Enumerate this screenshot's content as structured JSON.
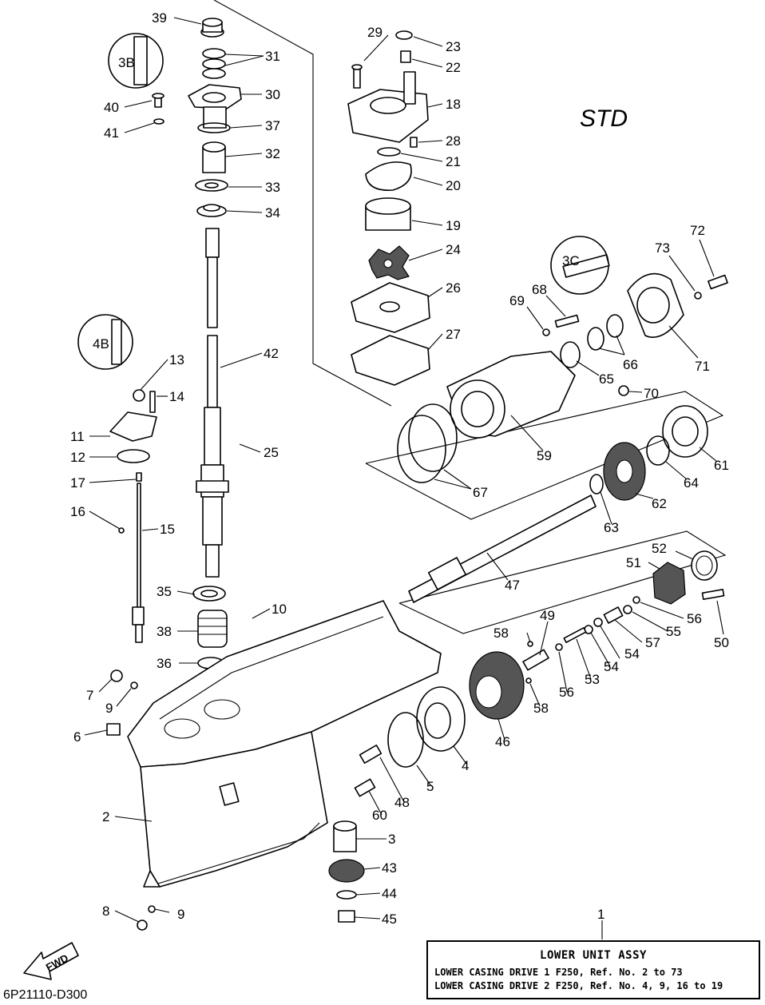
{
  "diagram": {
    "variant_label": "STD",
    "drawing_code": "6P21110-D300",
    "fwd_label": "FWD",
    "inset_labels": [
      "3B",
      "4B",
      "3C"
    ],
    "assembly_ref": "1",
    "assembly_title": "LOWER UNIT ASSY",
    "assembly_lines": [
      "LOWER CASING DRIVE 1 F250, Ref. No. 2 to 73",
      "LOWER CASING DRIVE 2 F250, Ref. No. 4, 9, 16 to 19"
    ],
    "callouts": [
      {
        "n": "39"
      },
      {
        "n": "31"
      },
      {
        "n": "30"
      },
      {
        "n": "40"
      },
      {
        "n": "41"
      },
      {
        "n": "37"
      },
      {
        "n": "32"
      },
      {
        "n": "33"
      },
      {
        "n": "34"
      },
      {
        "n": "29"
      },
      {
        "n": "23"
      },
      {
        "n": "22"
      },
      {
        "n": "18"
      },
      {
        "n": "28"
      },
      {
        "n": "21"
      },
      {
        "n": "20"
      },
      {
        "n": "19"
      },
      {
        "n": "24"
      },
      {
        "n": "26"
      },
      {
        "n": "27"
      },
      {
        "n": "42"
      },
      {
        "n": "13"
      },
      {
        "n": "14"
      },
      {
        "n": "11"
      },
      {
        "n": "12"
      },
      {
        "n": "17"
      },
      {
        "n": "25"
      },
      {
        "n": "16"
      },
      {
        "n": "15"
      },
      {
        "n": "35"
      },
      {
        "n": "10"
      },
      {
        "n": "38"
      },
      {
        "n": "36"
      },
      {
        "n": "7"
      },
      {
        "n": "9"
      },
      {
        "n": "6"
      },
      {
        "n": "2"
      },
      {
        "n": "8"
      },
      {
        "n": "9"
      },
      {
        "n": "72"
      },
      {
        "n": "73"
      },
      {
        "n": "68"
      },
      {
        "n": "69"
      },
      {
        "n": "71"
      },
      {
        "n": "66"
      },
      {
        "n": "65"
      },
      {
        "n": "70"
      },
      {
        "n": "59"
      },
      {
        "n": "61"
      },
      {
        "n": "64"
      },
      {
        "n": "67"
      },
      {
        "n": "62"
      },
      {
        "n": "63"
      },
      {
        "n": "47"
      },
      {
        "n": "52"
      },
      {
        "n": "51"
      },
      {
        "n": "56"
      },
      {
        "n": "55"
      },
      {
        "n": "57"
      },
      {
        "n": "50"
      },
      {
        "n": "49"
      },
      {
        "n": "58"
      },
      {
        "n": "54"
      },
      {
        "n": "53"
      },
      {
        "n": "56"
      },
      {
        "n": "58"
      },
      {
        "n": "46"
      },
      {
        "n": "4"
      },
      {
        "n": "5"
      },
      {
        "n": "48"
      },
      {
        "n": "60"
      },
      {
        "n": "3"
      },
      {
        "n": "43"
      },
      {
        "n": "44"
      },
      {
        "n": "45"
      }
    ]
  }
}
